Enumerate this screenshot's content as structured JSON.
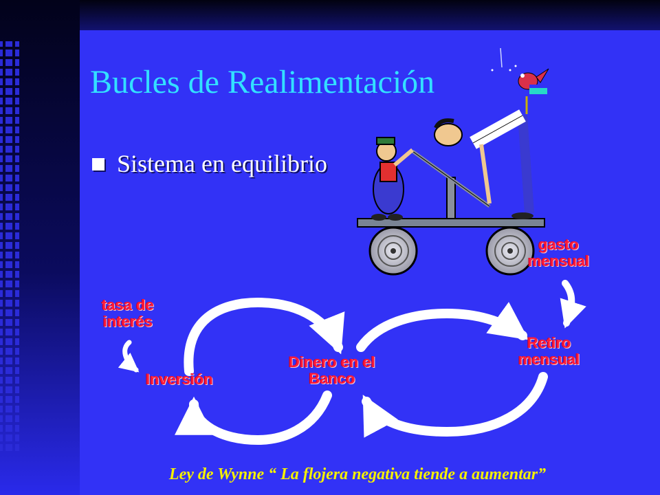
{
  "slide": {
    "title": "Bucles de Realimentación",
    "bullet": "Sistema en equilibrio",
    "caption": "Ley de Wynne “ La flojera negativa tiende a aumentar”"
  },
  "diagram": {
    "nodes": {
      "tasa": "tasa de\ninterés",
      "inversion": "Inversión",
      "dinero": "Dinero en el\nBanco",
      "retiro": "Retiro\nmensual",
      "gasto": "gasto\nmensual"
    }
  },
  "colors": {
    "background": "#3232f6",
    "title": "#33e0ff",
    "node_label": "#ff1a3a",
    "caption": "#f5f000",
    "arrow": "#ffffff"
  },
  "illustration": "two-workers-on-handcar-clipart"
}
